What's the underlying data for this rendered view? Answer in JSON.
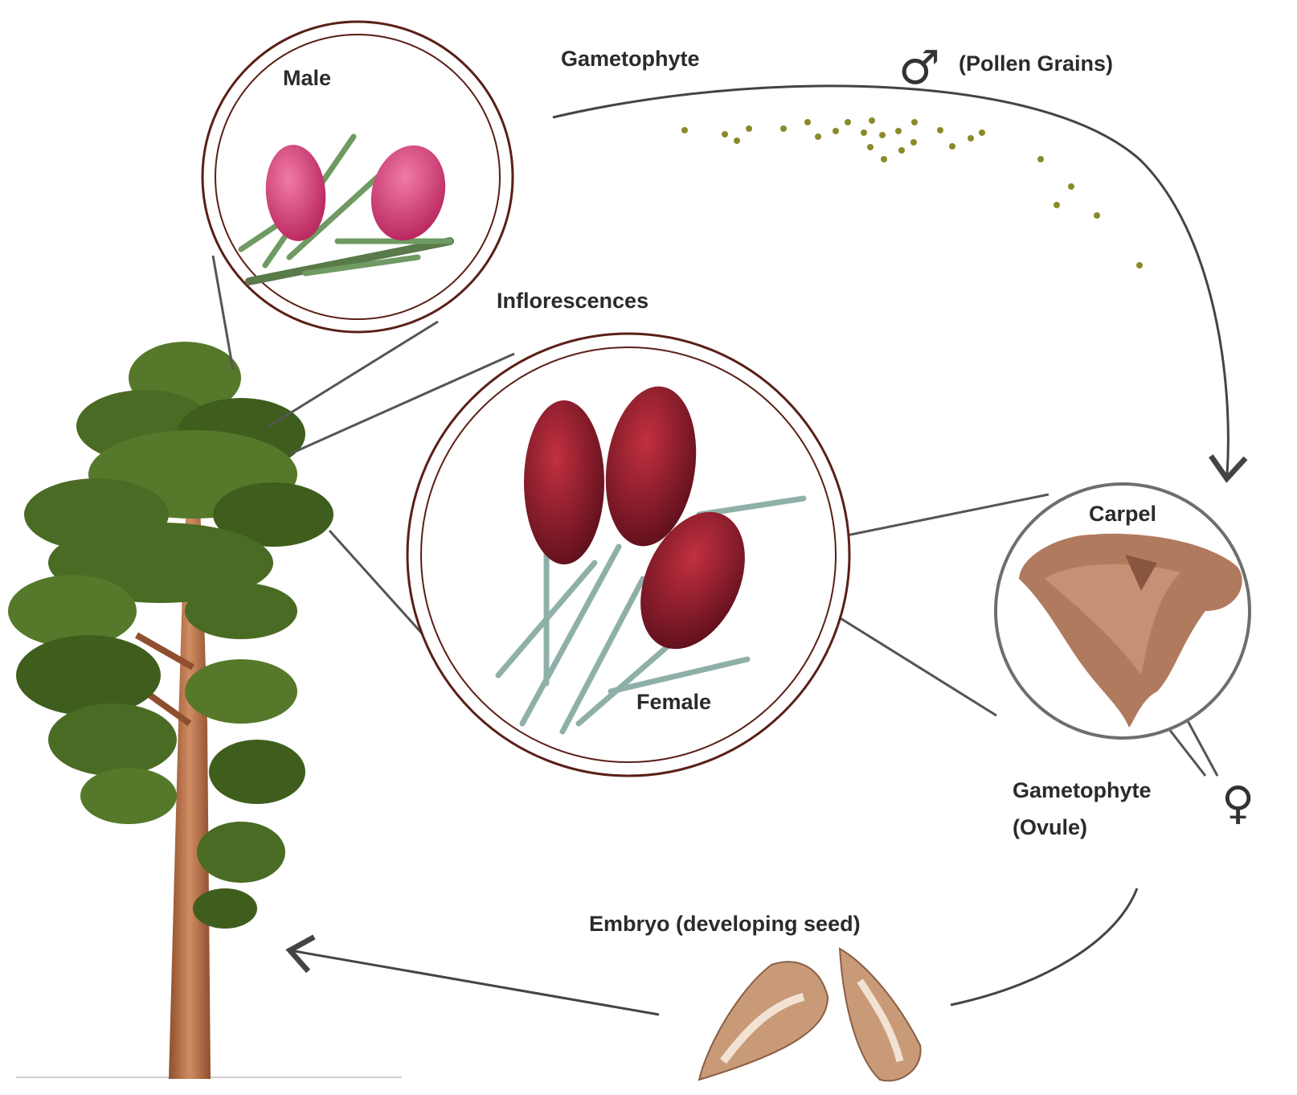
{
  "labels": {
    "male": "Male",
    "female": "Female",
    "inflorescences": "Inflorescences",
    "gametophyte_top": "Gametophyte",
    "pollen_grains": "(Pollen Grains)",
    "carpel": "Carpel",
    "gametophyte_bottom": "Gametophyte",
    "ovule": "(Ovule)",
    "embryo": "Embryo (developing seed)"
  },
  "symbols": {
    "male_symbol": "♂",
    "female_symbol": "♀"
  },
  "colors": {
    "circle_ring": "#5a1f17",
    "carpel_ring": "#6e6e6e",
    "arrow": "#444444",
    "pollen": "#8a8a2a",
    "foliage": "#4a6b23",
    "trunk": "#b5724a",
    "male_cone": "#d2467a",
    "female_cone": "#8a1a2c",
    "carpel": "#b07a5e",
    "seed": "#c99a78"
  },
  "icons": [
    "tree-illustration",
    "male-cone-photo",
    "female-cone-photo",
    "carpel-illustration",
    "seed-illustration",
    "pollen-grains"
  ]
}
